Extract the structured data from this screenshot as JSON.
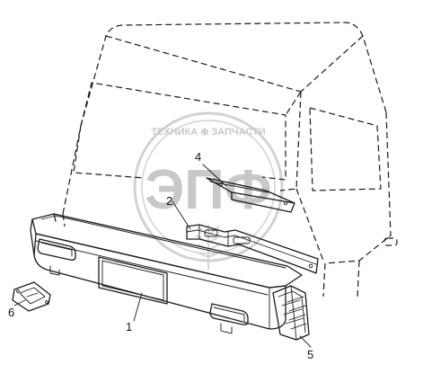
{
  "diagram": {
    "watermark": {
      "top_line": "ТЕХНИКА ⊕ ЗАПЧАСТИ",
      "logo": "ЭПФ"
    },
    "callouts": [
      {
        "id": "1",
        "label": "1"
      },
      {
        "id": "2",
        "label": "2"
      },
      {
        "id": "4",
        "label": "4"
      },
      {
        "id": "5",
        "label": "5"
      },
      {
        "id": "6",
        "label": "6"
      }
    ],
    "parts": [
      "bumper",
      "bracket",
      "mounting-plate",
      "bumper-end-cap",
      "side-marker-lamp"
    ]
  }
}
